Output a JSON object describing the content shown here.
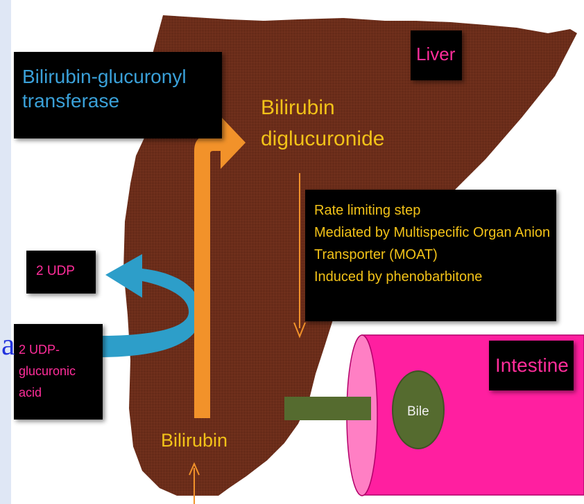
{
  "colors": {
    "liver": "#6b2d1a",
    "liver_texture": "#5a2414",
    "box_bg": "#000000",
    "enzyme_text": "#3aa0d8",
    "liver_label": "#ff2d9a",
    "yellow_text": "#f2c218",
    "orange_arrow": "#f2922a",
    "blue_arrow": "#2d9ec9",
    "udp_text": "#ff2d9a",
    "intestine": "#ff1fa0",
    "bile_fill": "#556b2f",
    "bile_text": "#f0f0f0",
    "connector": "#556b2f",
    "left_band": "#dfe7f5",
    "stray_text": "#2233dd"
  },
  "enzyme_box": {
    "text": "Bilirubin-glucuronyl\ntransferase"
  },
  "liver_label": {
    "text": "Liver"
  },
  "product_label": {
    "text": "Bilirubin\ndiglucuronide"
  },
  "transport_box": {
    "lines": [
      "Rate limiting step",
      "Mediated by Multispecific Organ Anion",
      "Transporter (MOAT)",
      "Induced by phenobarbitone"
    ]
  },
  "udp_out": {
    "text": "2 UDP"
  },
  "udp_in": {
    "text": "2 UDP-\nglucuronic\nacid"
  },
  "substrate_label": {
    "text": "Bilirubin"
  },
  "intestine_box": {
    "text": "Intestine"
  },
  "bile": {
    "text": "Bile"
  },
  "stray_glyph": {
    "text": "a"
  },
  "icons": [
    "orange-up-turn-arrow",
    "blue-curved-arrow",
    "down-flow-arrow",
    "input-up-arrow"
  ]
}
